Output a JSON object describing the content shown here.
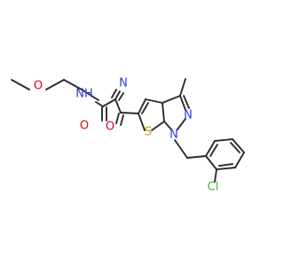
{
  "diagram": {
    "type": "chemical-structure",
    "colors": {
      "bond": "#2b2b2b",
      "C": "#2b2b2b",
      "N": "#2e3bd6",
      "O": "#e0001b",
      "S": "#bfa600",
      "Cl": "#3bb33b"
    },
    "labels": {
      "nitrile_n": "N",
      "carbonyl_o": "O",
      "ketone_o": "O",
      "ether_o": "O",
      "amide_nh": "NH",
      "thiophene_s": "S",
      "pyrazole_n1": "N",
      "pyrazole_n2": "N",
      "chloro": "Cl"
    }
  }
}
